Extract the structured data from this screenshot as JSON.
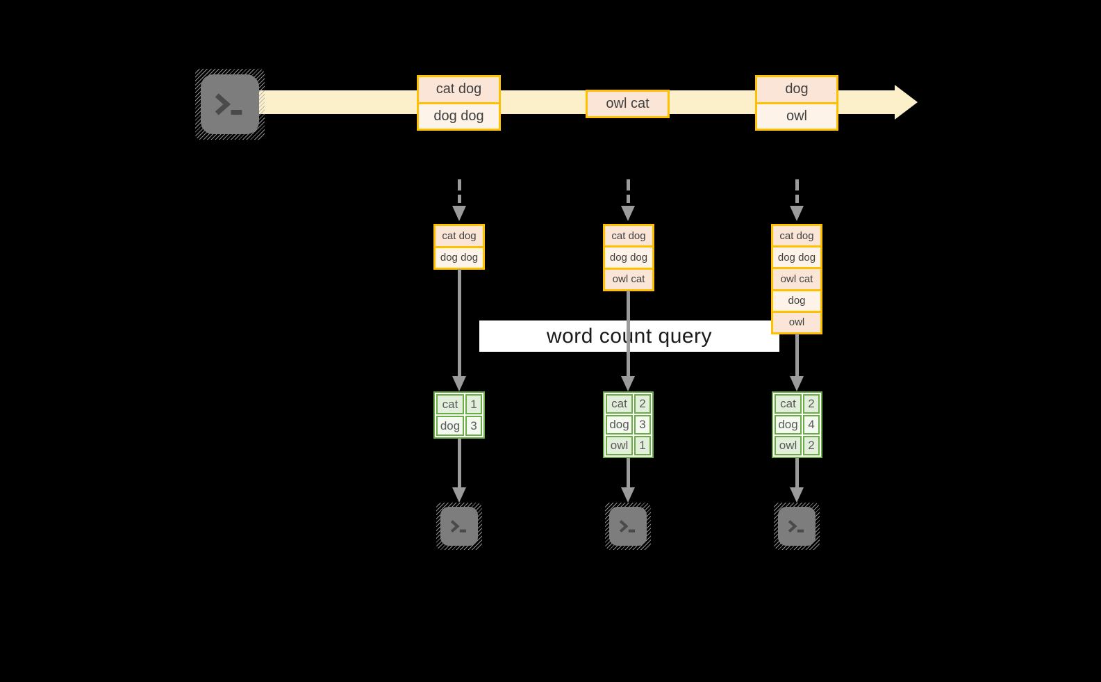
{
  "diagram": {
    "query_label": "word count query",
    "stream_batches": [
      {
        "rows": [
          "cat dog",
          "dog dog"
        ]
      },
      {
        "rows": [
          "owl cat"
        ]
      },
      {
        "rows": [
          "dog",
          "owl"
        ]
      }
    ],
    "micro_batches": [
      {
        "rows": [
          "cat dog",
          "dog dog"
        ]
      },
      {
        "rows": [
          "cat dog",
          "dog dog",
          "owl cat"
        ]
      },
      {
        "rows": [
          "cat dog",
          "dog dog",
          "owl cat",
          "dog",
          "owl"
        ]
      }
    ],
    "count_tables": [
      {
        "rows": [
          {
            "word": "cat",
            "count": "1"
          },
          {
            "word": "dog",
            "count": "3"
          }
        ]
      },
      {
        "rows": [
          {
            "word": "cat",
            "count": "2"
          },
          {
            "word": "dog",
            "count": "3"
          },
          {
            "word": "owl",
            "count": "1"
          }
        ]
      },
      {
        "rows": [
          {
            "word": "cat",
            "count": "2"
          },
          {
            "word": "dog",
            "count": "4"
          },
          {
            "word": "owl",
            "count": "2"
          }
        ]
      }
    ]
  },
  "colors": {
    "background": "#000000",
    "stream-band": "#FCF0CB",
    "box-border": "#FFC000",
    "box-fill-a": "#FBE5D6",
    "box-fill-b": "#FDF3E8",
    "table-border": "#6BAD45",
    "table-fill-a": "#E2EFDA",
    "table-fill-b": "#F4FAF0",
    "arrow-gray": "#9B9B9B",
    "icon-gray": "#7D7D7D",
    "icon-glyph": "#4A4A4A",
    "query-band": "#FFFFFF",
    "box-text": "#3F3F3F",
    "table-text": "#595959",
    "query-text": "#1A1A1A"
  }
}
